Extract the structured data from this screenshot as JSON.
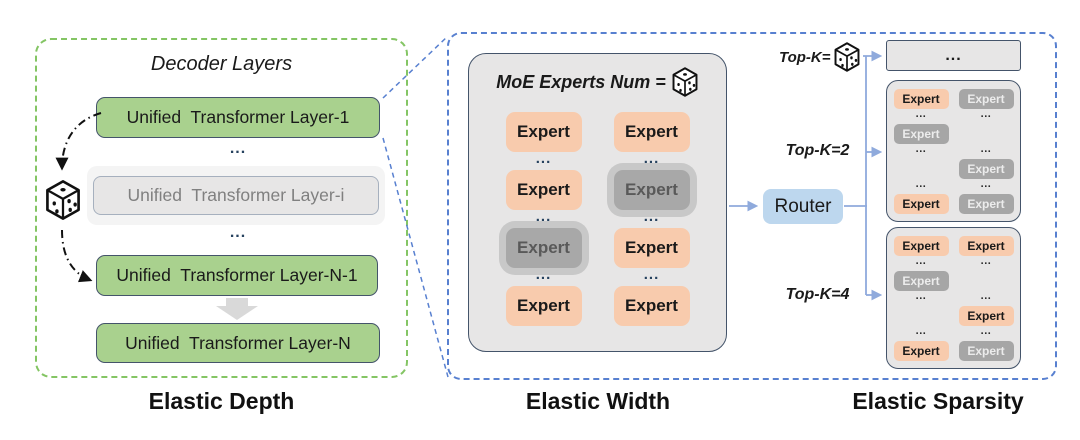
{
  "labels": {
    "expert": "Expert",
    "dots": "..."
  },
  "depth": {
    "title": "Decoder Layers",
    "caption": "Elastic Depth",
    "dots": "...",
    "layer1": "Unified  Transformer Layer-1",
    "layer_i": "Unified  Transformer Layer-i",
    "layer_n1": "Unified  Transformer Layer-N-1",
    "layer_n": "Unified  Transformer Layer-N"
  },
  "width": {
    "title": "MoE Experts Num =",
    "caption": "Elastic Width",
    "grid": [
      [
        "o",
        "o"
      ],
      [
        "d",
        "d"
      ],
      [
        "o",
        "gh"
      ],
      [
        "d",
        "d"
      ],
      [
        "gh",
        "o"
      ],
      [
        "d",
        "d"
      ],
      [
        "o",
        "o"
      ]
    ]
  },
  "sparsity": {
    "caption": "Elastic Sparsity",
    "router": "Router",
    "topk_random_label": "Top-K=",
    "topk2_label": "Top-K=2",
    "topk4_label": "Top-K=4",
    "collapsed_dots": "...",
    "k2_grid": [
      [
        "o",
        "g"
      ],
      [
        "d",
        "d"
      ],
      [
        "g",
        "e"
      ],
      [
        "d",
        "d"
      ],
      [
        "e",
        "g"
      ],
      [
        "d",
        "d"
      ],
      [
        "o",
        "g"
      ]
    ],
    "k4_grid": [
      [
        "o",
        "o"
      ],
      [
        "d",
        "d"
      ],
      [
        "g",
        "e"
      ],
      [
        "d",
        "d"
      ],
      [
        "e",
        "o"
      ],
      [
        "d",
        "d"
      ],
      [
        "o",
        "g"
      ]
    ]
  },
  "colors": {
    "active_layer_green": "#A9D18E",
    "expert_orange": "#F8CBAD",
    "disabled_gray": "#A6A6A6",
    "router_blue": "#BDD7EE",
    "depth_frame_green": "#84C564",
    "elastic_frame_blue": "#5880D0",
    "connector_blue": "#8FAADC",
    "box_border": "#44546A"
  }
}
